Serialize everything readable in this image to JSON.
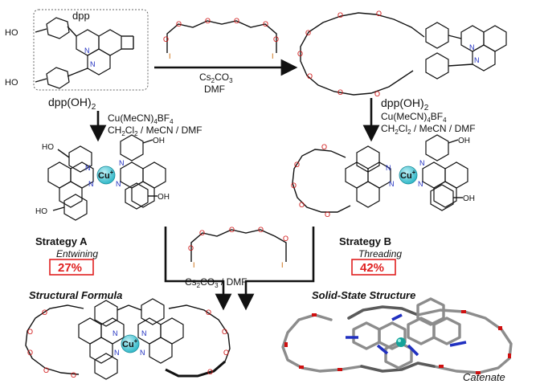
{
  "labels": {
    "dpp": "dpp",
    "dpp_oh2": "dpp(OH)",
    "dpp_oh2_sub": "2",
    "cs2co3": "Cs",
    "cs2co3_sub2": "2",
    "cs2co3_co": "CO",
    "cs2co3_sub3": "3",
    "dmf": "DMF",
    "reagent_cu": "Cu(MeCN)",
    "reagent_cu_sub": "4",
    "reagent_bf": "BF",
    "reagent_bf_sub": "4",
    "solvent_ch": "CH",
    "solvent_ch_sub1": "2",
    "solvent_cl": "Cl",
    "solvent_cl_sub": "2",
    "solvent_rest": " / MeCN / DMF",
    "cs_dmf_rest": " / DMF",
    "ho": "HO",
    "oh": "OH",
    "n": "N",
    "o": "O",
    "i": "I",
    "cu": "Cu",
    "cu_charge": "+"
  },
  "strategy_a": {
    "title": "Strategy A",
    "mode": "Entwining",
    "yield": "27%"
  },
  "strategy_b": {
    "title": "Strategy B",
    "mode": "Threading",
    "yield": "42%"
  },
  "bottom": {
    "left_title": "Structural Formula",
    "right_title": "Solid-State Structure",
    "catenate": "Catenate"
  },
  "colors": {
    "oxygen": "#d01010",
    "nitrogen": "#2030c0",
    "copper": "#30b8c8",
    "yield_box": "#e02020"
  }
}
